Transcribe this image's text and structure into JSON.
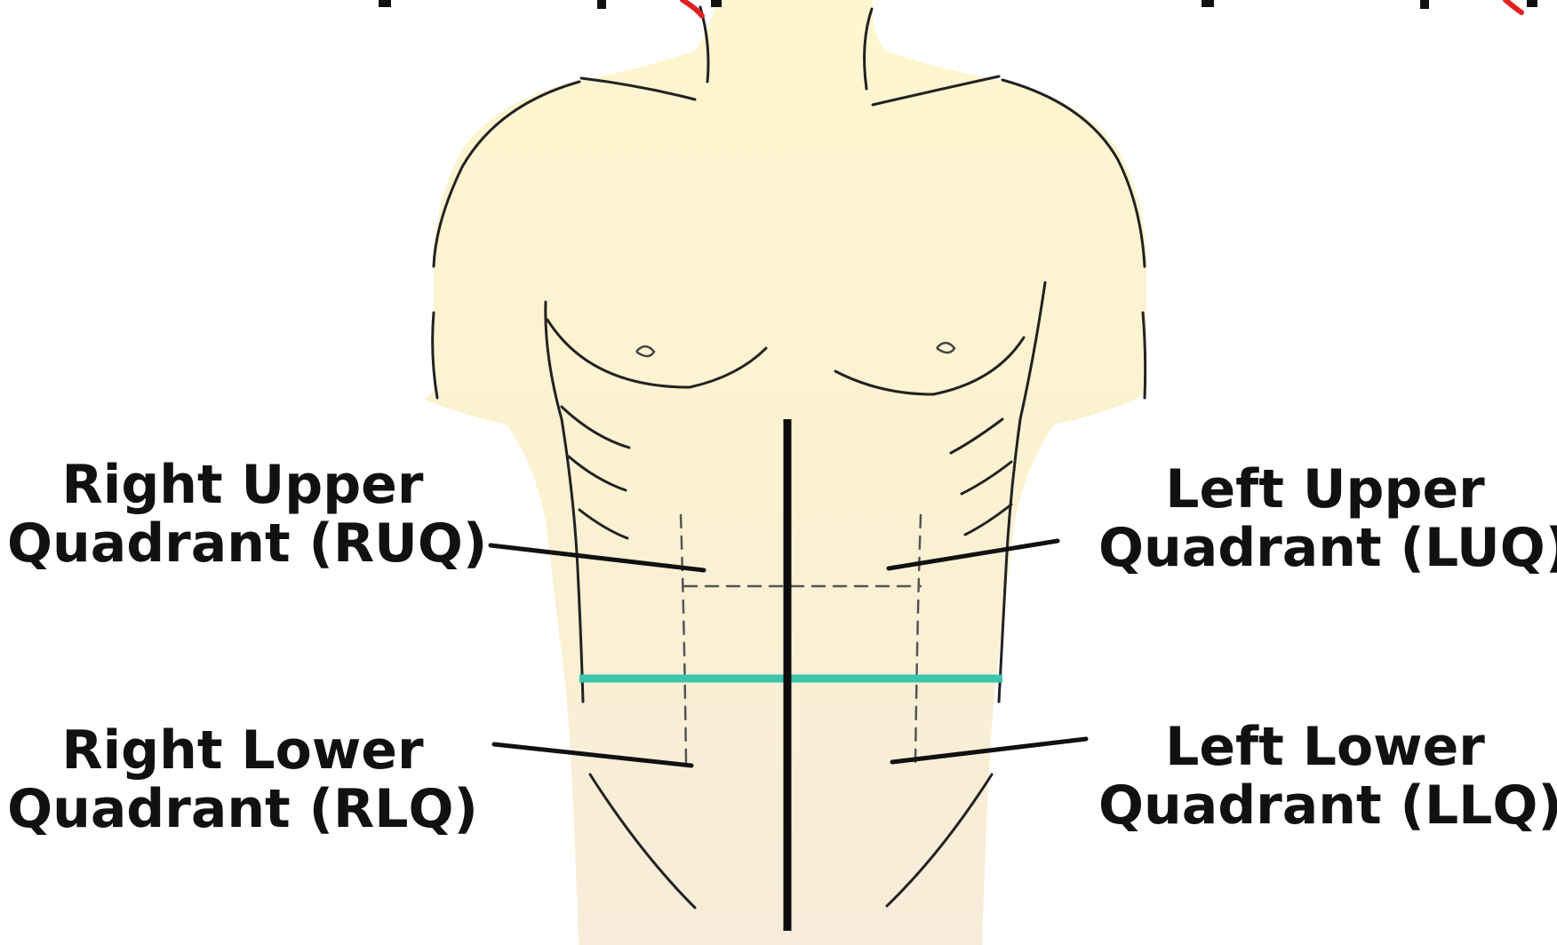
{
  "quadrants": {
    "ruq": {
      "line1": "Right Upper",
      "line2": "Quadrant (RUQ)"
    },
    "luq": {
      "line1": "Left Upper",
      "line2": "Quadrant (LUQ)"
    },
    "rlq": {
      "line1": "Right Lower",
      "line2": "Quadrant (RLQ)"
    },
    "llq": {
      "line1": "Left Lower",
      "line2": "Quadrant (LLQ)"
    }
  },
  "colors": {
    "skin": "#fdf6cf",
    "skin_lower": "#f8efd6",
    "outline": "#222222",
    "midline": "#0d0d0d",
    "umbilical_line": "#3cc4ad",
    "text": "#111111",
    "accent_red": "#e02020"
  }
}
